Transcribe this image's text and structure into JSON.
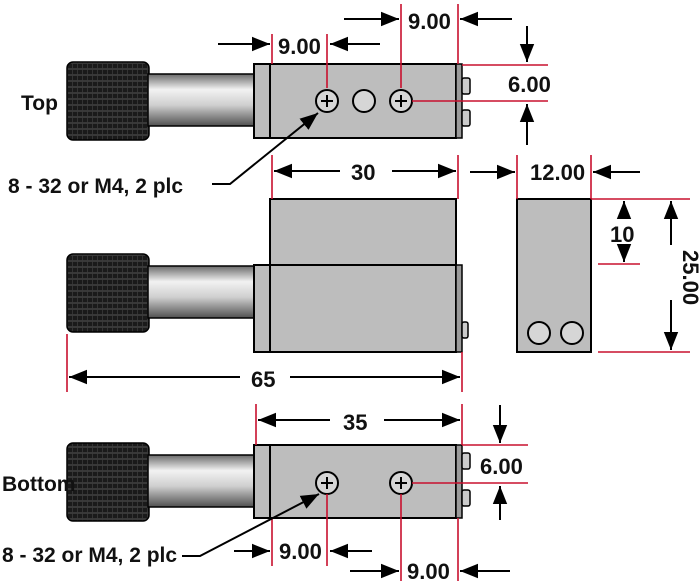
{
  "views": {
    "top": {
      "label": "Top"
    },
    "bottom": {
      "label": "Bottom"
    }
  },
  "callouts": {
    "top_hole_note": "8 - 32 or M4, 2 plc",
    "bottom_hole_note": "8 - 32 or M4, 2 plc"
  },
  "dimensions": {
    "top_pitch_1": "9.00",
    "top_pitch_2": "9.00",
    "top_height": "6.00",
    "front_length": "30",
    "side_width": "12.00",
    "side_hole_height": "10",
    "side_total_height": "25.00",
    "overall_length": "65",
    "bottom_length": "35",
    "bottom_height": "6.00",
    "bottom_pitch_1": "9.00",
    "bottom_pitch_2": "9.00"
  },
  "colors": {
    "body": "#bdbdbd",
    "dimension_line": "#c8102e",
    "outline": "#000000"
  }
}
